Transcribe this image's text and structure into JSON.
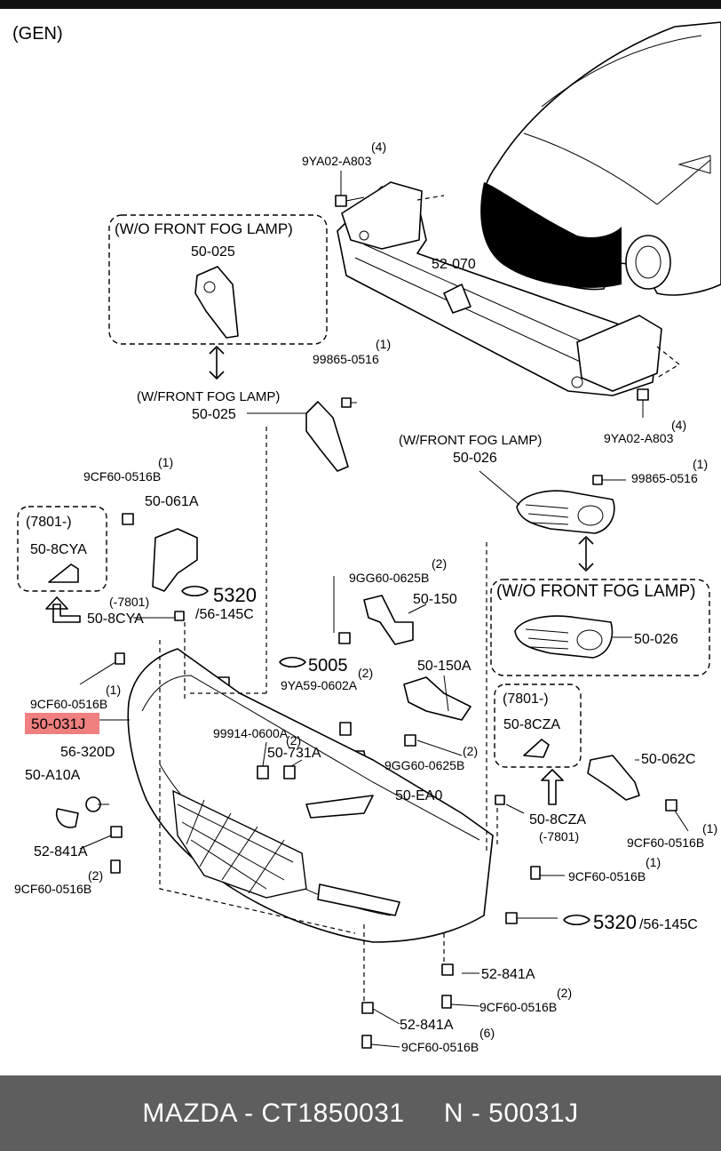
{
  "diagram": {
    "title": "(GEN)",
    "highlight_color": "#f08080",
    "labels": {
      "qty_4": "(4)",
      "qty_1": "(1)",
      "qty_2": "(2)",
      "qty_6": "(6)",
      "p_9YA02_A803": "9YA02-A803",
      "p_52_070": "52-070",
      "wo_front_fog_lamp": "(W/O FRONT FOG LAMP)",
      "w_front_fog_lamp": "(W/FRONT  FOG LAMP)",
      "p_50_025": "50-025",
      "p_99865_0516": "99865-0516",
      "p_50_026": "50-026",
      "p_9CF60_0516B": "9CF60-0516B",
      "p_50_061A": "50-061A",
      "p_7801_plus": "(7801-)",
      "p_7801_minus": "(-7801)",
      "p_50_8CYA": "50-8CYA",
      "p_5320": "5320",
      "p_56_145C": "/56-145C",
      "p_9GG60_0625B": "9GG60-0625B",
      "p_50_150": "50-150",
      "p_5005": "5005",
      "p_9YA59_0602A": "9YA59-0602A",
      "p_50_150A": "50-150A",
      "p_50_031J": "50-031J",
      "p_99914_0600A": "99914-0600A",
      "p_50_731A": "50-731A",
      "p_56_320D": "56-320D",
      "p_50_A10A": "50-A10A",
      "p_50_EA0": "50-EA0",
      "p_50_8CZA": "50-8CZA",
      "p_50_062C": "50-062C",
      "p_52_841A": "52-841A"
    }
  },
  "footer": {
    "text": "MAZDA - CT1850031     N - 50031J"
  }
}
